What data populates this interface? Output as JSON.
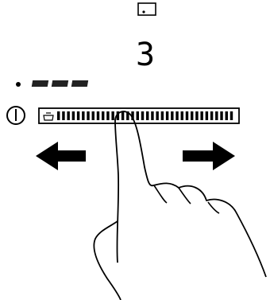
{
  "display": {
    "power_level": "3",
    "level_indicator_segments": 3
  },
  "slider": {
    "segment_count": 36
  },
  "gesture": {
    "left_arrow_icon": "arrow-left",
    "right_arrow_icon": "arrow-right",
    "hand_icon": "pointing-finger-touch"
  },
  "icons": {
    "top": "pan-sensor-icon",
    "power": "power-icon",
    "slider_start": "pot-icon"
  }
}
